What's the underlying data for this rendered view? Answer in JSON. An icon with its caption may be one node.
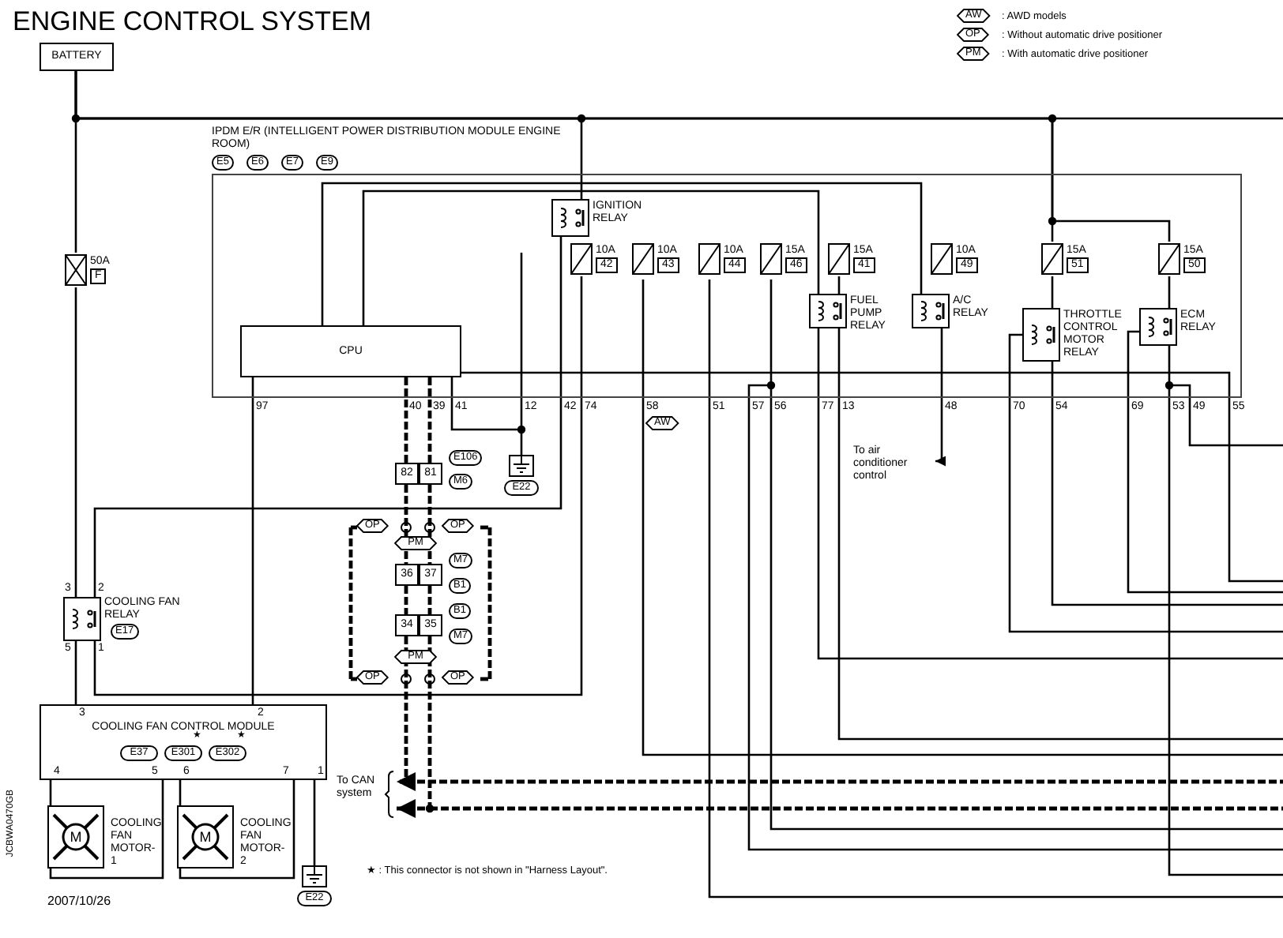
{
  "diagram": {
    "title": "ENGINE CONTROL SYSTEM",
    "nodes": [
      {
        "text": [
          "BATTERY"
        ]
      },
      {
        "text": [
          "IPDM E/R (INTELLIGENT POWER DISTRIBUTION MODULE ENGINE ROOM)"
        ]
      },
      {
        "text": [
          "CPU"
        ],
        "in": 1
      },
      {
        "text": [
          "IGNITION RELAY"
        ],
        "in": 1
      },
      {
        "text": [
          "10A",
          "42"
        ],
        "in": 1
      },
      {
        "text": [
          "10A",
          "43"
        ],
        "in": 1
      },
      {
        "text": [
          "10A",
          "44"
        ],
        "in": 1
      },
      {
        "text": [
          "15A",
          "46"
        ],
        "in": 1
      },
      {
        "text": [
          "15A",
          "41"
        ],
        "in": 1
      },
      {
        "text": [
          "10A",
          "49"
        ],
        "in": 1
      },
      {
        "text": [
          "15A",
          "51"
        ],
        "in": 1
      },
      {
        "text": [
          "15A",
          "50"
        ],
        "in": 1
      },
      {
        "text": [
          "FUEL PUMP RELAY"
        ],
        "in": 1
      },
      {
        "text": [
          "A/C RELAY"
        ],
        "in": 1
      },
      {
        "text": [
          "THROTTLE CONTROL MOTOR RELAY"
        ],
        "in": 1
      },
      {
        "text": [
          "ECM RELAY"
        ],
        "in": 1
      },
      {
        "text": [
          "50A",
          "F"
        ]
      },
      {
        "text": [
          "COOLING FAN RELAY",
          "E17"
        ],
        "beside": [
          "3",
          "2",
          "5",
          "1"
        ]
      },
      {
        "text": [
          "COOLING FAN CONTROL MODULE",
          "E37",
          "E301",
          "E302"
        ]
      },
      {
        "text": [
          "M",
          "COOLING FAN MOTOR-1"
        ]
      },
      {
        "text": [
          "M",
          "COOLING FAN MOTOR-2"
        ]
      },
      {
        "text": [
          "E22"
        ]
      },
      {
        "text": [
          "E22"
        ]
      },
      {
        "text": [
          "82",
          "81"
        ]
      },
      {
        "text": [
          "36",
          "37"
        ]
      },
      {
        "text": [
          "34",
          "35"
        ]
      },
      {
        "text": [
          "To air conditioner control"
        ]
      },
      {
        "text": [
          "To CAN system"
        ]
      },
      {
        "text": [
          "E5"
        ]
      },
      {
        "text": [
          "E6"
        ]
      },
      {
        "text": [
          "E7"
        ]
      },
      {
        "text": [
          "E9"
        ]
      },
      {
        "text": [
          "E106"
        ]
      },
      {
        "text": [
          "M6"
        ]
      },
      {
        "text": [
          "M7"
        ]
      },
      {
        "text": [
          "B1"
        ]
      },
      {
        "text": [
          "B1"
        ]
      },
      {
        "text": [
          "M7"
        ]
      }
    ],
    "edges": [
      {
        "from": 0,
        "to": 16,
        "arrow": "none"
      },
      {
        "from": 0,
        "to": 3,
        "arrow": "none"
      },
      {
        "from": 0,
        "to": 10,
        "arrow": "none"
      },
      {
        "from": 16,
        "to": 17,
        "arrow": "none"
      },
      {
        "from": 17,
        "to": 18,
        "arrow": "none"
      },
      {
        "from": 2,
        "to": 18,
        "arrow": "none"
      },
      {
        "from": 18,
        "to": 19,
        "arrow": "none"
      },
      {
        "from": 18,
        "to": 20,
        "arrow": "none"
      },
      {
        "from": 18,
        "to": 22,
        "arrow": "none"
      },
      {
        "from": 2,
        "to": 21,
        "arrow": "none"
      },
      {
        "from": 2,
        "to": 23,
        "arrow": "none",
        "style": "dashed"
      },
      {
        "from": 2,
        "to": 23,
        "arrow": "none",
        "style": "dashed"
      },
      {
        "from": 23,
        "to": 24,
        "arrow": "none",
        "style": "dashed"
      },
      {
        "from": 23,
        "to": 24,
        "arrow": "none",
        "style": "dashed"
      },
      {
        "from": 24,
        "to": 25,
        "arrow": "none",
        "style": "dashed"
      },
      {
        "from": 24,
        "to": 25,
        "arrow": "none",
        "style": "dashed"
      },
      {
        "from": 25,
        "to": 27,
        "arrow": "to",
        "style": "dashed"
      },
      {
        "from": 25,
        "to": 27,
        "arrow": "to",
        "style": "dashed"
      },
      {
        "from": 13,
        "to": 26,
        "arrow": "to"
      },
      {
        "from": 10,
        "to": 14,
        "arrow": "none"
      },
      {
        "from": 11,
        "to": 15,
        "arrow": "none"
      },
      {
        "from": 8,
        "to": 12,
        "arrow": "none"
      },
      {
        "from": 17,
        "to": 3,
        "arrow": "none"
      },
      {
        "from": 4,
        "to": 17,
        "arrow": "none"
      },
      {
        "from": 2,
        "to": 13,
        "arrow": "none"
      },
      {
        "from": 2,
        "to": 12,
        "arrow": "none"
      },
      {
        "from": 18,
        "to": 19,
        "arrow": "none"
      },
      {
        "from": 18,
        "to": 20,
        "arrow": "none"
      },
      {
        "from": 0,
        "to": 11,
        "arrow": "none"
      }
    ],
    "labels": [
      "AW",
      "OP",
      "PM",
      "97",
      "40",
      "39",
      "41",
      "12",
      "42",
      "74",
      "58",
      "AW",
      "51",
      "57",
      "56",
      "77",
      "13",
      "48",
      "70",
      "54",
      "69",
      "53",
      "49",
      "55",
      "OP",
      "OP",
      "PM",
      "PM",
      "OP",
      "OP",
      "3",
      "2",
      "★",
      "★",
      "4",
      "5",
      "6",
      "7",
      "1",
      "★ : This connector is not shown in \"Harness Layout\".",
      "2007/10/26",
      "JCBWA0470GB"
    ],
    "legend": [
      {
        "text": ": AWD models"
      },
      {
        "text": ": Without automatic drive positioner"
      },
      {
        "text": ": With automatic drive positioner"
      }
    ]
  }
}
